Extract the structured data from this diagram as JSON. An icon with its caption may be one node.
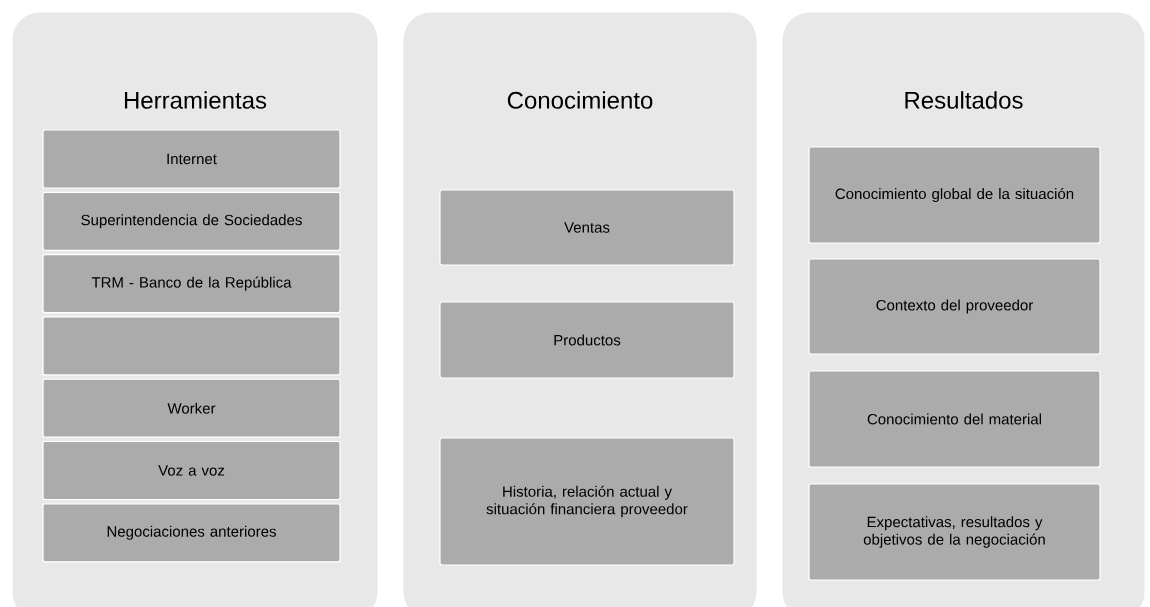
{
  "diagram": {
    "nodes": [
      {
        "text": [
          "Herramientas"
        ]
      },
      {
        "text": [
          "Internet"
        ],
        "in": 0
      },
      {
        "text": [
          "Superintendencia de Sociedades"
        ],
        "in": 0
      },
      {
        "text": [
          "TRM - Banco de la República"
        ],
        "in": 0
      },
      {
        "text": [],
        "shape": "box",
        "in": 0
      },
      {
        "text": [
          "Worker"
        ],
        "in": 0
      },
      {
        "text": [
          "Voz a voz"
        ],
        "in": 0
      },
      {
        "text": [
          "Negociaciones anteriores"
        ],
        "in": 0
      },
      {
        "text": [
          "Conocimiento"
        ]
      },
      {
        "text": [
          "Ventas"
        ],
        "in": 8
      },
      {
        "text": [
          "Productos"
        ],
        "in": 8
      },
      {
        "text": [
          "Historia, relación actual y situación financiera proveedor"
        ],
        "in": 8
      },
      {
        "text": [
          "Resultados"
        ]
      },
      {
        "text": [
          "Conocimiento global de la situación"
        ],
        "in": 12
      },
      {
        "text": [
          "Contexto del proveedor"
        ],
        "in": 12
      },
      {
        "text": [
          "Conocimiento del material"
        ],
        "in": 12
      },
      {
        "text": [
          "Expectativas, resultados y objetivos de la negociación"
        ],
        "in": 12
      }
    ]
  }
}
